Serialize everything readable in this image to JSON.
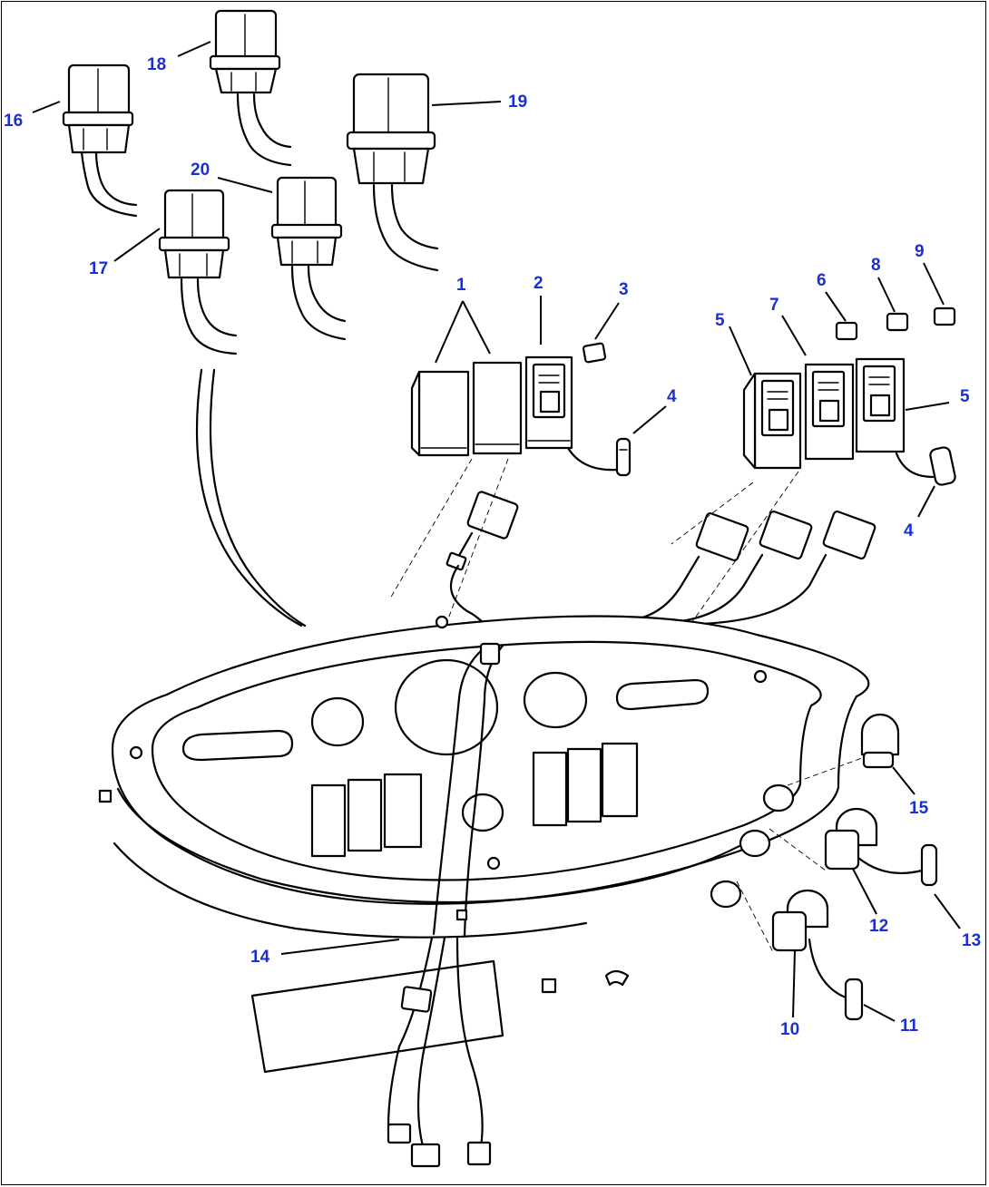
{
  "callouts": [
    {
      "id": "c1",
      "label": "1"
    },
    {
      "id": "c2",
      "label": "2"
    },
    {
      "id": "c3",
      "label": "3"
    },
    {
      "id": "c4a",
      "label": "4"
    },
    {
      "id": "c4b",
      "label": "4"
    },
    {
      "id": "c5a",
      "label": "5"
    },
    {
      "id": "c5b",
      "label": "5"
    },
    {
      "id": "c6",
      "label": "6"
    },
    {
      "id": "c7",
      "label": "7"
    },
    {
      "id": "c8",
      "label": "8"
    },
    {
      "id": "c9",
      "label": "9"
    },
    {
      "id": "c10",
      "label": "10"
    },
    {
      "id": "c11",
      "label": "11"
    },
    {
      "id": "c12",
      "label": "12"
    },
    {
      "id": "c13",
      "label": "13"
    },
    {
      "id": "c14",
      "label": "14"
    },
    {
      "id": "c15",
      "label": "15"
    },
    {
      "id": "c16",
      "label": "16"
    },
    {
      "id": "c17",
      "label": "17"
    },
    {
      "id": "c18",
      "label": "18"
    },
    {
      "id": "c19",
      "label": "19"
    },
    {
      "id": "c20",
      "label": "20"
    }
  ],
  "colors": {
    "callout": "#1a2fd6",
    "line": "#000000",
    "background": "#ffffff"
  }
}
